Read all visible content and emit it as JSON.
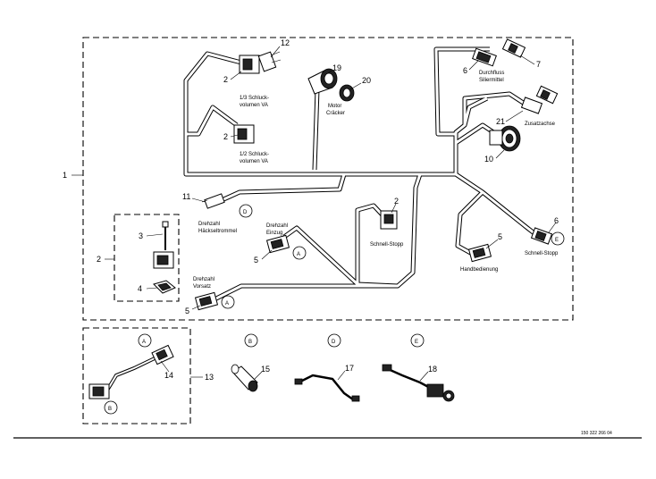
{
  "part_numbers": {
    "p1": "1",
    "p2_left": "2",
    "p3": "3",
    "p4": "4",
    "p5_vorsatz": "5",
    "p5_einzug": "5",
    "p2_schluck13": "2",
    "p2_schluck12": "2",
    "p12": "12",
    "p19": "19",
    "p20": "20",
    "p6_top": "6",
    "p7": "7",
    "p21": "21",
    "p10": "10",
    "p11": "11",
    "p2_schnell": "2",
    "p5_hand": "5",
    "p6_right": "6",
    "p13": "13",
    "p14": "14",
    "p15": "15",
    "p17": "17",
    "p18": "18"
  },
  "labels": {
    "schluck13": [
      "1/3 Schluck-",
      "volumen VA"
    ],
    "schluck12": [
      "1/2 Schluck-",
      "volumen VA"
    ],
    "motor": [
      "Motor",
      "Cräcker"
    ],
    "durchfluss": [
      "Durchfluss",
      "Siliermittel"
    ],
    "zusatzachse": "Zusatzachse",
    "haecksel": [
      "Drehzahl",
      "Häckseltrommel"
    ],
    "einzug": [
      "Drehzahl",
      "Einzug"
    ],
    "vorsatz": [
      "Drehzahl",
      "Vorsatz"
    ],
    "schnellstopp_center": "Schnell-Stopp",
    "schnellstopp_right": "Schnell-Stopp",
    "handbedienung": "Handbedienung"
  },
  "markers": {
    "A_einzug": "A",
    "A_vorsatz": "A",
    "D_haecksel": "D",
    "E_right": "E",
    "A_detail": "A",
    "B_detail": "B",
    "B_detail2": "B",
    "D_detail": "D",
    "E_detail": "E"
  },
  "reference": "150 322 266 04"
}
